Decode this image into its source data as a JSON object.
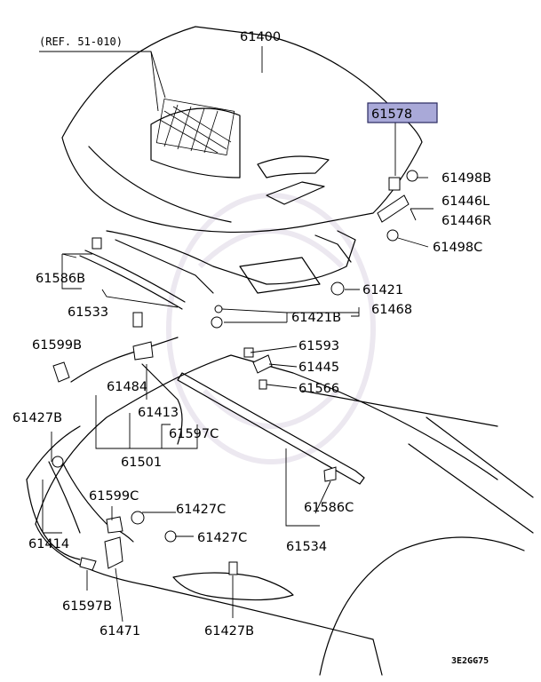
{
  "reference_note": "(REF. 51-010)",
  "diagram_code": "3E2GG75",
  "highlight_color": "#a9a9d8",
  "highlighted_part": "61578",
  "parts": {
    "p61400": "61400",
    "p61578": "61578",
    "p61498b": "61498B",
    "p61446l": "61446L",
    "p61446r": "61446R",
    "p61498c": "61498C",
    "p61586b": "61586B",
    "p61533": "61533",
    "p61421": "61421",
    "p61421b": "61421B",
    "p61468": "61468",
    "p61599b": "61599B",
    "p61593": "61593",
    "p61484": "61484",
    "p61445": "61445",
    "p61566": "61566",
    "p61413": "61413",
    "p61427b_left": "61427B",
    "p61597c": "61597C",
    "p61501": "61501",
    "p61599c": "61599C",
    "p61427c_a": "61427C",
    "p61586c": "61586C",
    "p61414": "61414",
    "p61427c_b": "61427C",
    "p61534": "61534",
    "p61597b": "61597B",
    "p61471": "61471",
    "p61427b_bottom": "61427B"
  }
}
